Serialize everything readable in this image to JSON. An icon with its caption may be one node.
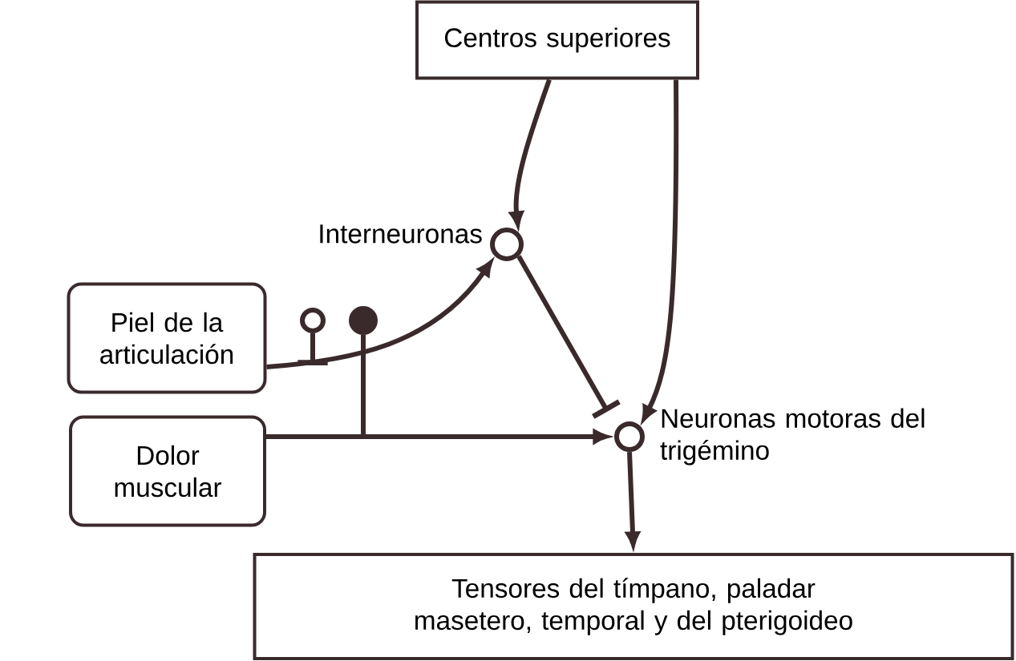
{
  "diagram": {
    "nodes": [
      {
        "text": [
          "Centros superiores"
        ]
      },
      {
        "text": [],
        "shape": "circle",
        "beside": [
          "Interneuronas"
        ]
      },
      {
        "text": [
          "Piel de la articulación"
        ]
      },
      {
        "text": [],
        "shape": "circle"
      },
      {
        "text": [],
        "shape": "circle"
      },
      {
        "text": [
          "Dolor muscular"
        ]
      },
      {
        "text": [],
        "shape": "circle",
        "beside": [
          "Neuronas motoras del trigémino"
        ]
      },
      {
        "text": [
          "Tensores del tímpano, paladar masetero, temporal y del pterigoideo"
        ]
      }
    ],
    "edges": [
      {
        "from": 0,
        "to": 1,
        "arrow": "to"
      },
      {
        "from": 0,
        "to": 6,
        "arrow": "to"
      },
      {
        "from": 2,
        "to": 1,
        "arrow": "to"
      },
      {
        "from": 3,
        "to": null,
        "arrow": "other"
      },
      {
        "from": 5,
        "to": 4,
        "arrow": "none"
      },
      {
        "from": 5,
        "to": 6,
        "arrow": "to"
      },
      {
        "from": 1,
        "to": 6,
        "arrow": "other"
      },
      {
        "from": 6,
        "to": 7,
        "arrow": "to"
      }
    ]
  }
}
